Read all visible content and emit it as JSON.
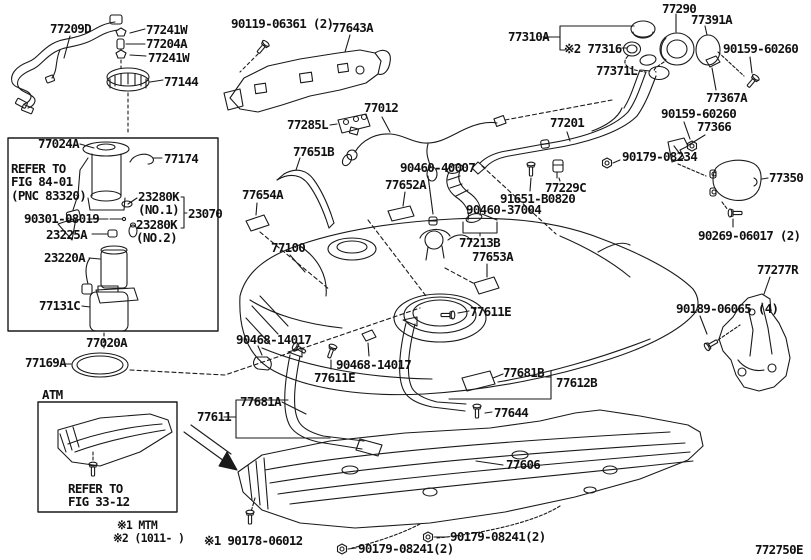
{
  "diagram": {
    "code": "772750E",
    "atm_label": "ATM",
    "refer_fig_8401": "REFER TO\nFIG 84-01\n(PNC 83320)",
    "refer_fig_3312": "REFER TO\nFIG 33-12",
    "note1": "※1 MTM",
    "note2": "※2 (1011-    )"
  },
  "parts": {
    "p77209d": "77209D",
    "p77241w_1": "77241W",
    "p77204a": "77204A",
    "p77241w_2": "77241W",
    "p77144": "77144",
    "p90119": "90119-06361 (2)",
    "p77643a": "77643A",
    "p77290": "77290",
    "p77391a": "77391A",
    "p77310a": "77310A",
    "p77316": "※2 77316",
    "p90159_1": "90159-60260",
    "p77371l": "77371L",
    "p77367a": "77367A",
    "p77012": "77012",
    "p77285l": "77285L",
    "p77201": "77201",
    "p90159_2": "90159-60260",
    "p77366": "77366",
    "p77651b": "77651B",
    "p90179_08234": "90179-08234",
    "p90460_40007": "90460-40007",
    "p77652a": "77652A",
    "p77654a": "77654A",
    "p77229c": "77229C",
    "p91651": "91651-B0820",
    "p90460_37004": "90460-37004",
    "p77350": "77350",
    "p77213b": "77213B",
    "p77653a": "77653A",
    "p90269": "90269-06017 (2)",
    "p77277r": "77277R",
    "p90189": "90189-06065 (4)",
    "p77100": "77100",
    "p77611e_1": "77611E",
    "p77020a": "77020A",
    "p90468_1": "90468-14017",
    "p77169a": "77169A",
    "p90468_2": "90468-14017",
    "p77611e_2": "77611E",
    "p77681b": "77681B",
    "p77612b": "77612B",
    "p77681a": "77681A",
    "p77611": "77611",
    "p77644": "77644",
    "p77606": "77606",
    "p77024a": "77024A",
    "p77174": "77174",
    "p23280k_1": "23280K\n(NO.1)",
    "p90301": "90301-08019",
    "p23280k_2": "23280K\n(NO.2)",
    "p23070": "23070",
    "p23225a": "23225A",
    "p23220a": "23220A",
    "p77131c": "77131C",
    "p90178": "※1 90178-06012",
    "p90179_08241_1": "90179-08241(2)",
    "p90179_08241_2": "90179-08241(2)"
  }
}
